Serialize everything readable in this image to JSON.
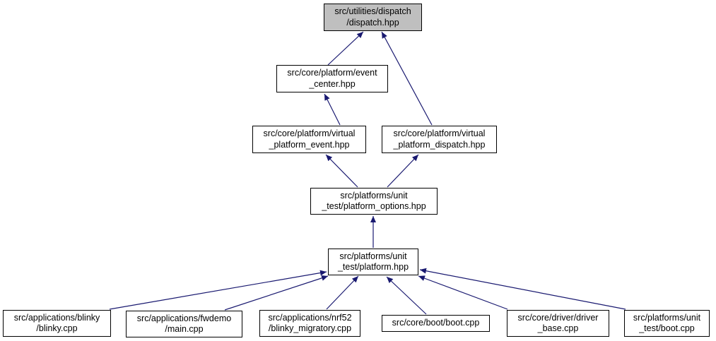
{
  "graph": {
    "type": "include-dependency-graph",
    "root_file": "src/utilities/dispatch/dispatch.hpp",
    "nodes": [
      {
        "id": "dispatch",
        "lines": [
          "src/utilities/dispatch",
          "/dispatch.hpp"
        ],
        "highlighted": true
      },
      {
        "id": "event_center",
        "lines": [
          "src/core/platform/event",
          "_center.hpp"
        ]
      },
      {
        "id": "virtual_platform_event",
        "lines": [
          "src/core/platform/virtual",
          "_platform_event.hpp"
        ]
      },
      {
        "id": "virtual_platform_dispatch",
        "lines": [
          "src/core/platform/virtual",
          "_platform_dispatch.hpp"
        ]
      },
      {
        "id": "platform_options",
        "lines": [
          "src/platforms/unit",
          "_test/platform_options.hpp"
        ]
      },
      {
        "id": "platform",
        "lines": [
          "src/platforms/unit",
          "_test/platform.hpp"
        ]
      },
      {
        "id": "blinky",
        "lines": [
          "src/applications/blinky",
          "/blinky.cpp"
        ]
      },
      {
        "id": "fwdemo_main",
        "lines": [
          "src/applications/fwdemo",
          "/main.cpp"
        ]
      },
      {
        "id": "blinky_migratory",
        "lines": [
          "src/applications/nrf52",
          "/blinky_migratory.cpp"
        ]
      },
      {
        "id": "boot",
        "lines": [
          "src/core/boot/boot.cpp"
        ]
      },
      {
        "id": "driver_base",
        "lines": [
          "src/core/driver/driver",
          "_base.cpp"
        ]
      },
      {
        "id": "unit_test_boot",
        "lines": [
          "src/platforms/unit",
          "_test/boot.cpp"
        ]
      }
    ],
    "edges": [
      {
        "from": "event_center",
        "to": "dispatch"
      },
      {
        "from": "virtual_platform_dispatch",
        "to": "dispatch"
      },
      {
        "from": "virtual_platform_event",
        "to": "event_center"
      },
      {
        "from": "platform_options",
        "to": "virtual_platform_event"
      },
      {
        "from": "platform_options",
        "to": "virtual_platform_dispatch"
      },
      {
        "from": "platform",
        "to": "platform_options"
      },
      {
        "from": "blinky",
        "to": "platform"
      },
      {
        "from": "fwdemo_main",
        "to": "platform"
      },
      {
        "from": "blinky_migratory",
        "to": "platform"
      },
      {
        "from": "boot",
        "to": "platform"
      },
      {
        "from": "driver_base",
        "to": "platform"
      },
      {
        "from": "unit_test_boot",
        "to": "platform"
      }
    ]
  },
  "colors": {
    "edge": "#191970",
    "node_border": "#000000",
    "node_fill": "#ffffff",
    "highlight_fill": "#bfbfbf",
    "background": "#ffffff"
  }
}
